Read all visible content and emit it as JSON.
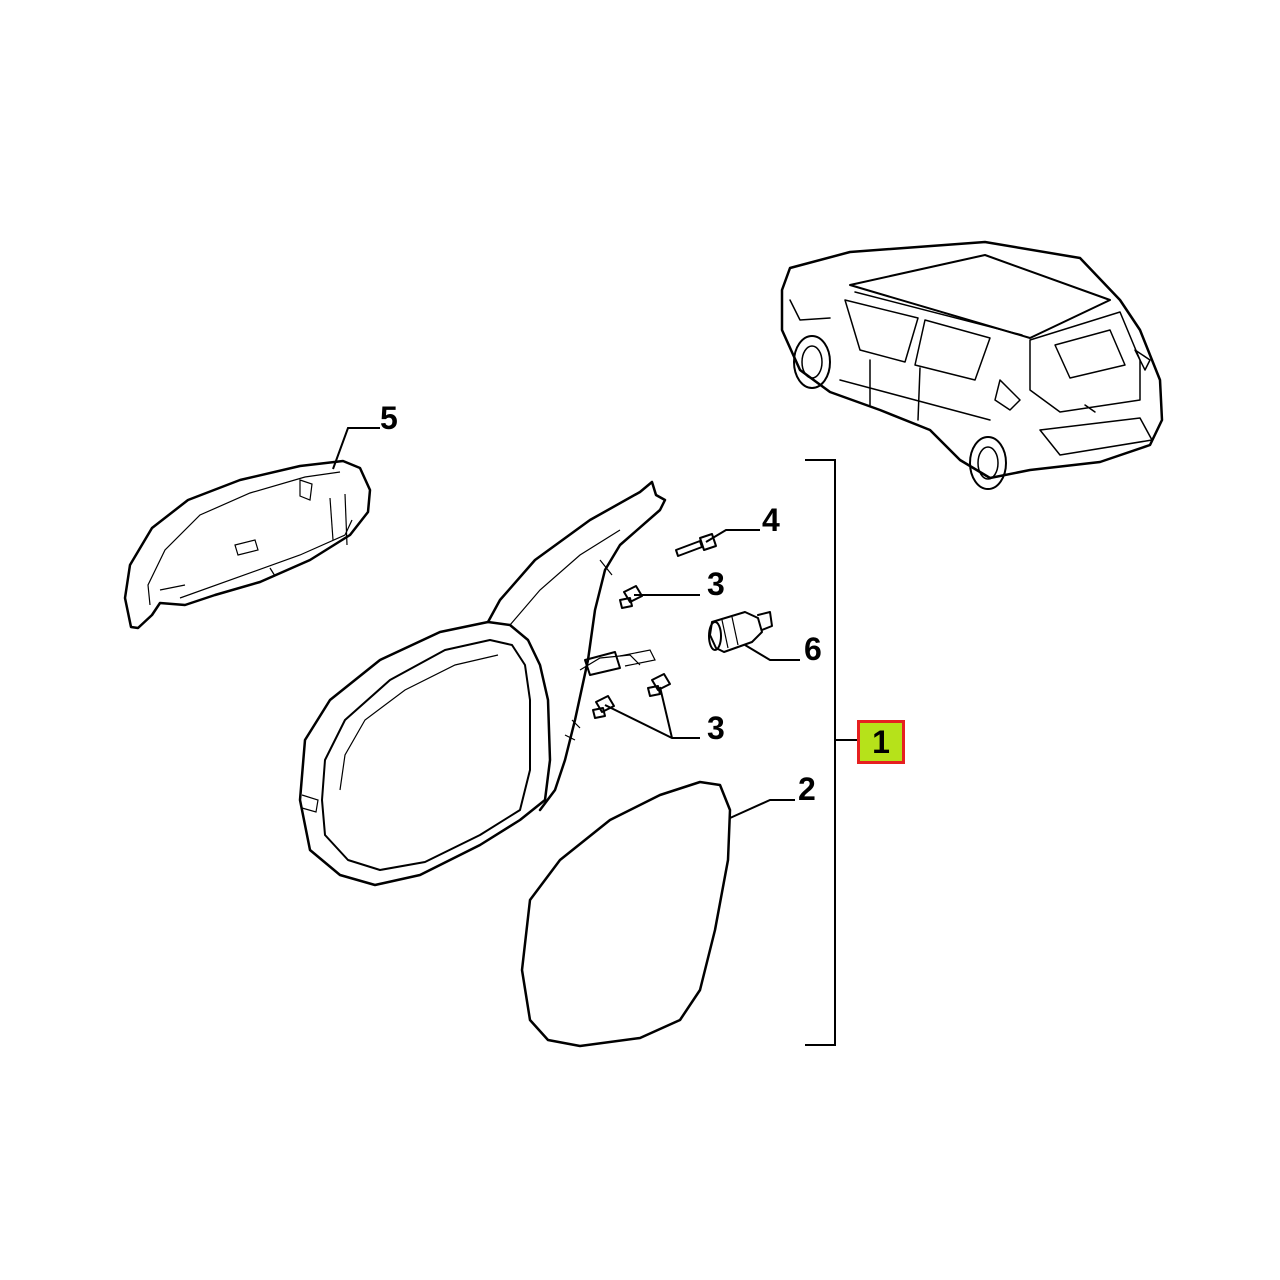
{
  "callouts": {
    "assembly": "1",
    "mirror_glass": "2",
    "screw_upper": "3",
    "screw_lower": "3",
    "bolt": "4",
    "cover_cap": "5",
    "grommet": "6"
  },
  "colors": {
    "highlight_fill": "#b6e21a",
    "highlight_border": "#e62020",
    "line": "#000000",
    "background": "#ffffff"
  }
}
